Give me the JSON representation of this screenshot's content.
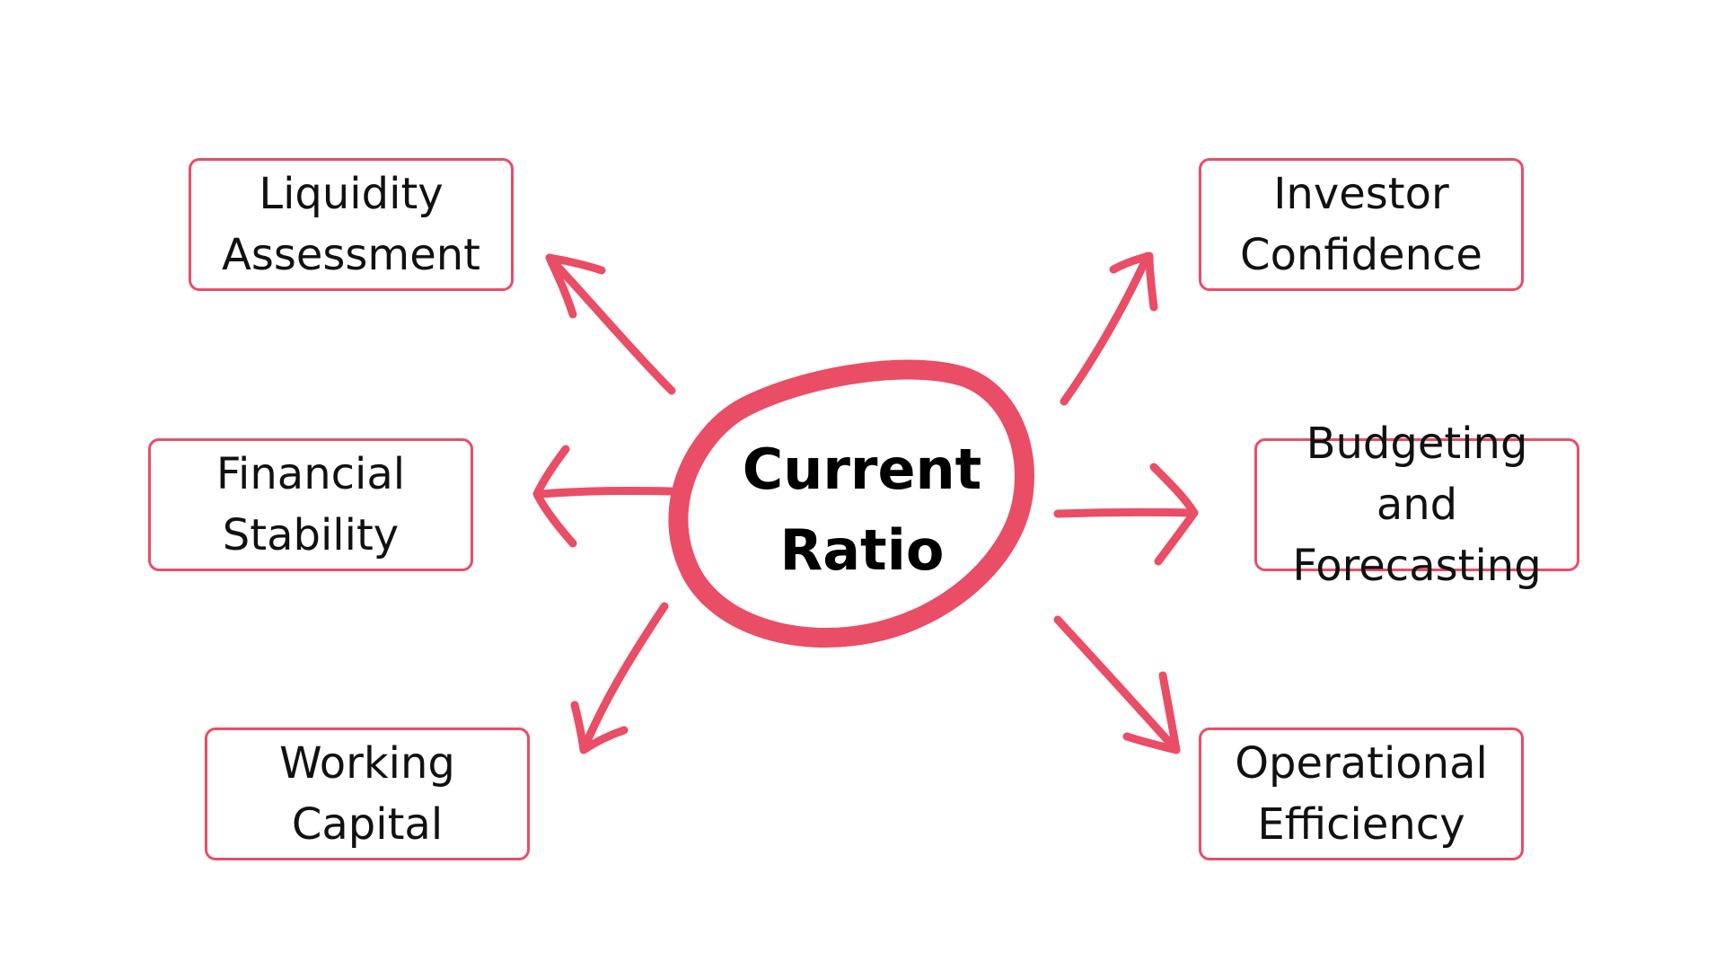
{
  "diagram": {
    "accent_color": "#ea4d66",
    "center": {
      "label": "Current\nRatio"
    },
    "nodes": [
      {
        "id": "liquidity-assessment",
        "label": "Liquidity\nAssessment"
      },
      {
        "id": "financial-stability",
        "label": "Financial\nStability"
      },
      {
        "id": "working-capital",
        "label": "Working\nCapital"
      },
      {
        "id": "investor-confidence",
        "label": "Investor\nConfidence"
      },
      {
        "id": "budgeting-and-forecasting",
        "label": "Budgeting and\nForecasting"
      },
      {
        "id": "operational-efficiency",
        "label": "Operational\nEfficiency"
      }
    ],
    "edges": [
      {
        "from": "center",
        "to": "liquidity-assessment"
      },
      {
        "from": "center",
        "to": "financial-stability"
      },
      {
        "from": "center",
        "to": "working-capital"
      },
      {
        "from": "center",
        "to": "investor-confidence"
      },
      {
        "from": "center",
        "to": "budgeting-and-forecasting"
      },
      {
        "from": "center",
        "to": "operational-efficiency"
      }
    ]
  }
}
